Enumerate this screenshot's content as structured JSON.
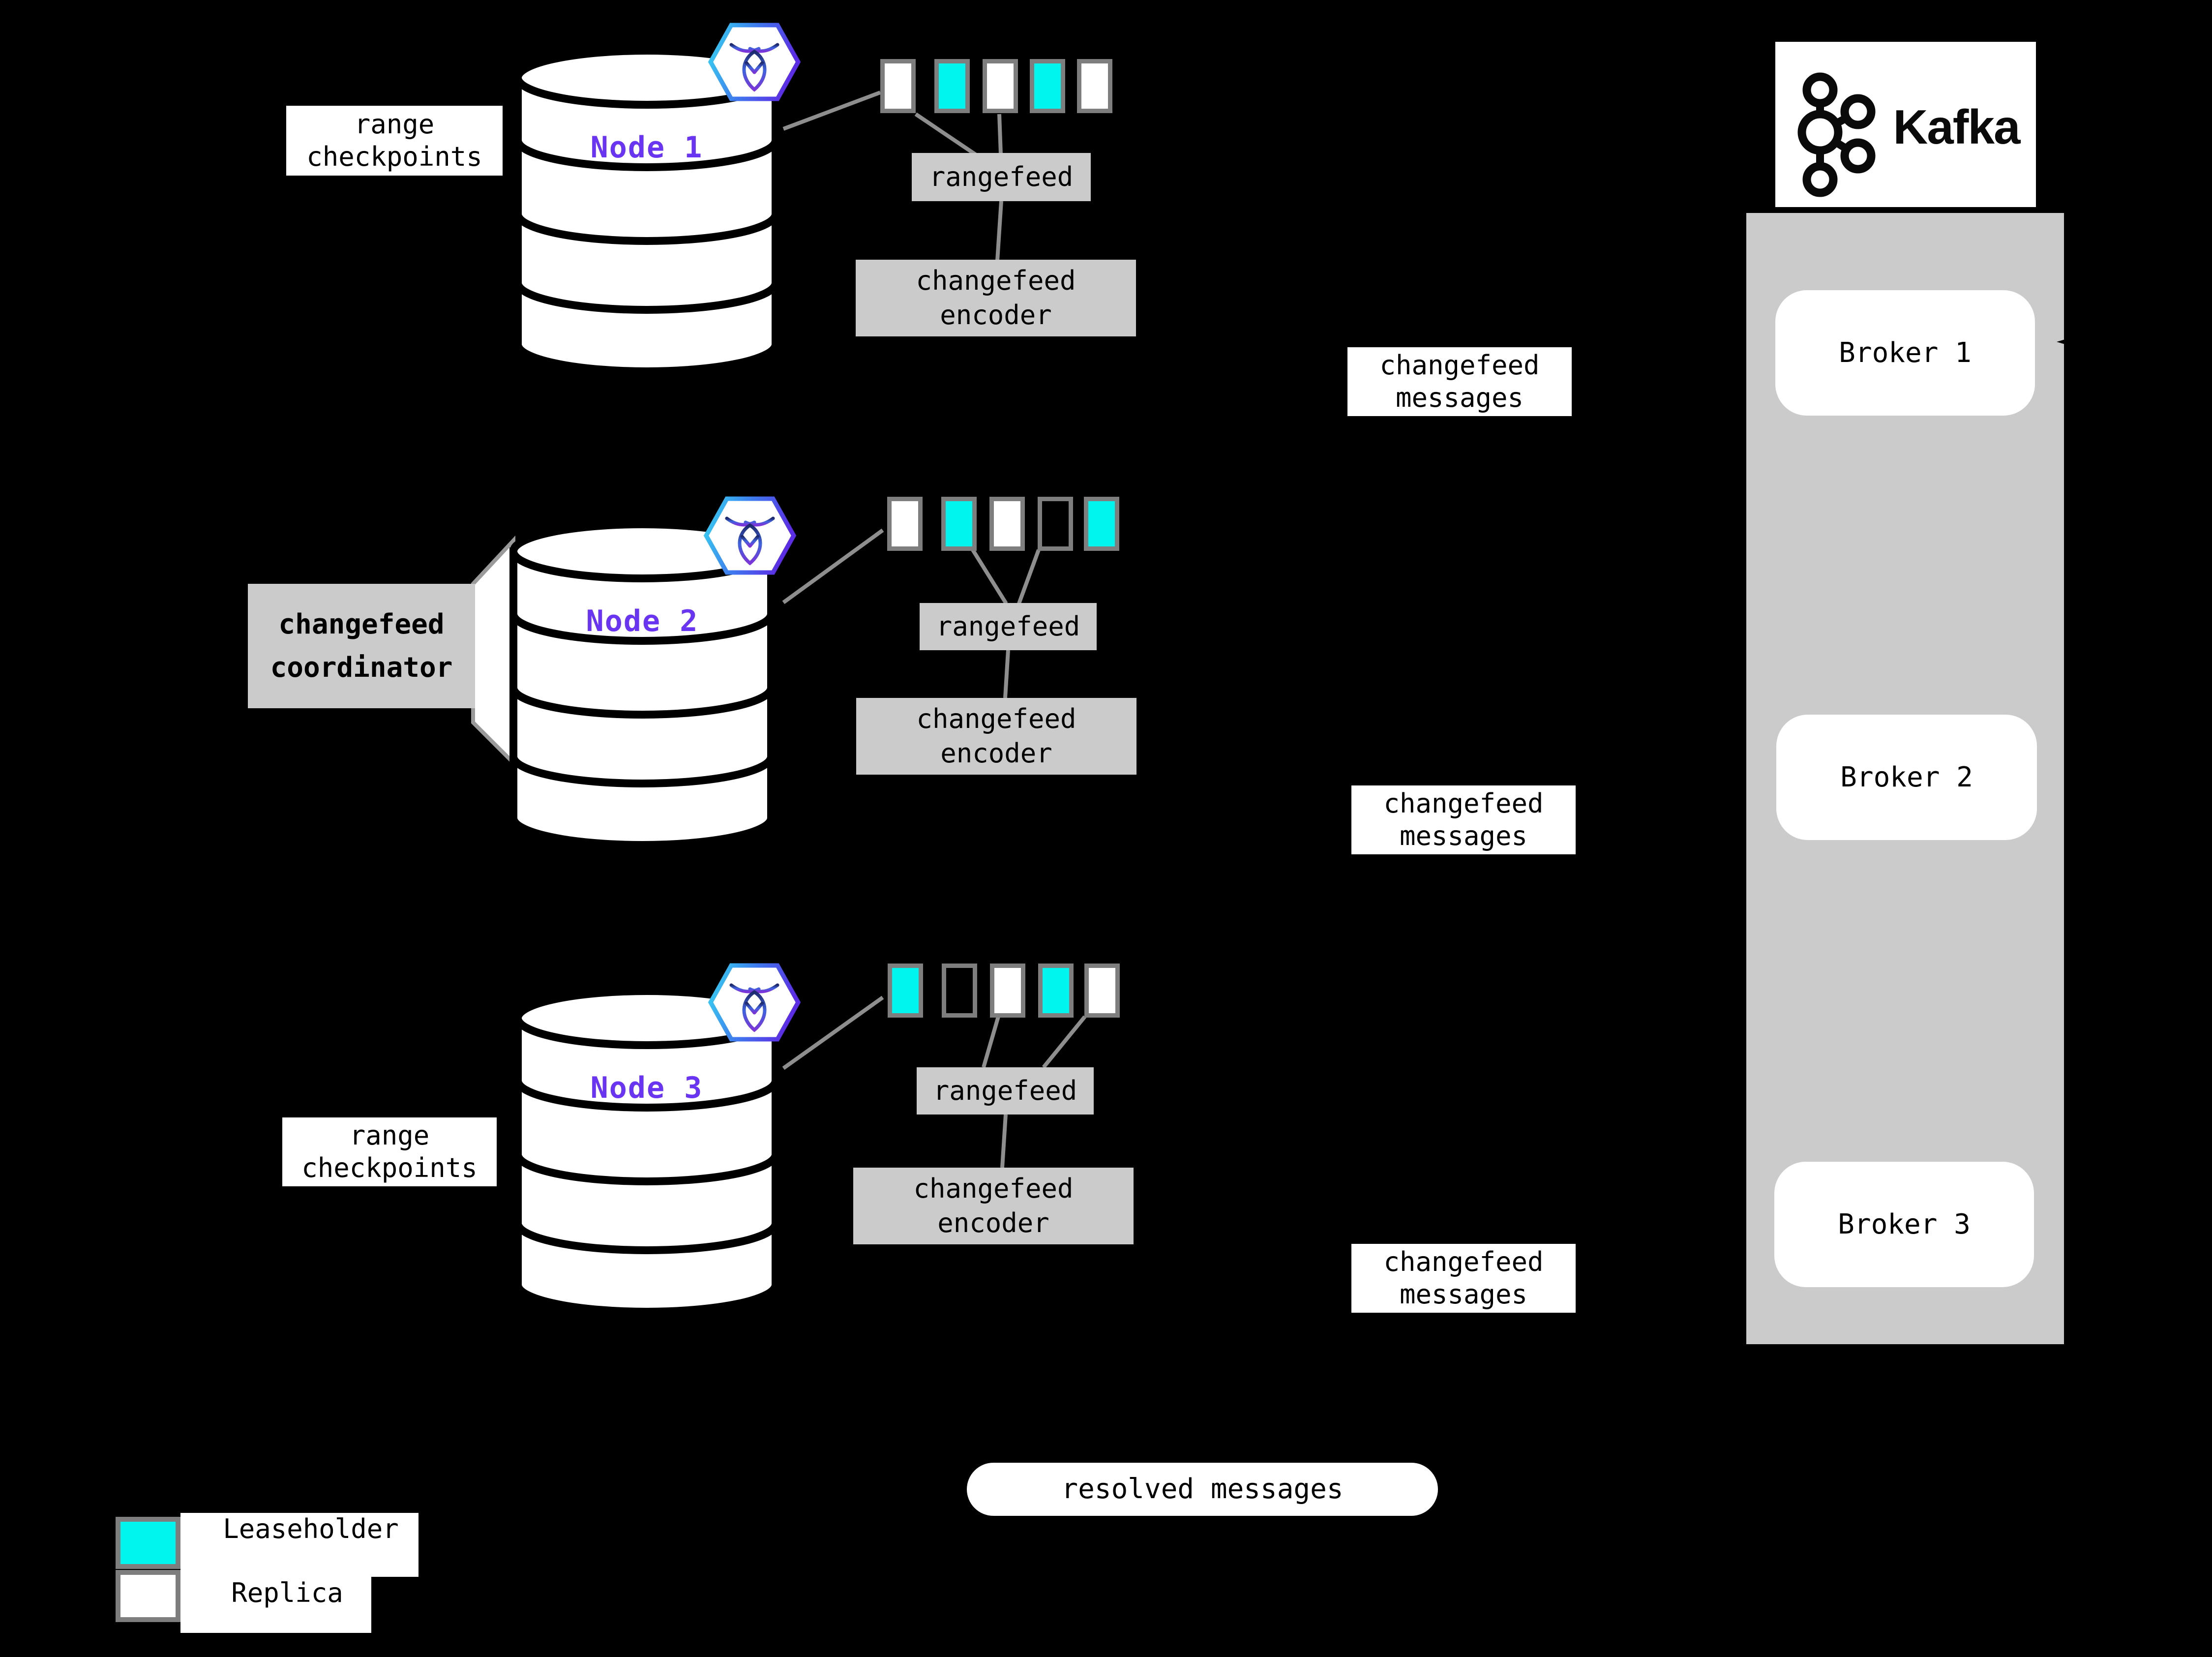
{
  "colors": {
    "bg": "#000000",
    "leaseholder": "#00F5EE",
    "replica": "#FFFFFF",
    "panel": "#CBCBCB",
    "border": "#7E7E7E",
    "connector": "#8E8E8E",
    "node_label": "#6A35F2",
    "text": "#000000"
  },
  "nodes": [
    {
      "label": "Node 1",
      "side_label_line1": "range",
      "side_label_line2": "checkpoints",
      "ranges": [
        "replica",
        "leaseholder",
        "replica",
        "leaseholder",
        "replica"
      ],
      "rangefeed_label": "rangefeed",
      "encoder_line1": "changefeed",
      "encoder_line2": "encoder",
      "messages_line1": "changefeed",
      "messages_line2": "messages"
    },
    {
      "label": "Node 2",
      "side_label_line1": "changefeed",
      "side_label_line2": "coordinator",
      "ranges": [
        "replica",
        "leaseholder",
        "replica",
        "outline",
        "leaseholder"
      ],
      "rangefeed_label": "rangefeed",
      "encoder_line1": "changefeed",
      "encoder_line2": "encoder",
      "messages_line1": "changefeed",
      "messages_line2": "messages"
    },
    {
      "label": "Node 3",
      "side_label_line1": "range",
      "side_label_line2": "checkpoints",
      "ranges": [
        "leaseholder",
        "outline",
        "replica",
        "leaseholder",
        "replica"
      ],
      "rangefeed_label": "rangefeed",
      "encoder_line1": "changefeed",
      "encoder_line2": "encoder",
      "messages_line1": "changefeed",
      "messages_line2": "messages"
    }
  ],
  "kafka": {
    "wordmark": "Kafka",
    "brokers": [
      {
        "label": "Broker 1"
      },
      {
        "label": "Broker 2"
      },
      {
        "label": "Broker 3"
      }
    ]
  },
  "legend": {
    "items": [
      {
        "type": "leaseholder",
        "label": "Leaseholder"
      },
      {
        "type": "replica",
        "label": "Replica"
      }
    ]
  },
  "resolved_messages_label": "resolved messages"
}
